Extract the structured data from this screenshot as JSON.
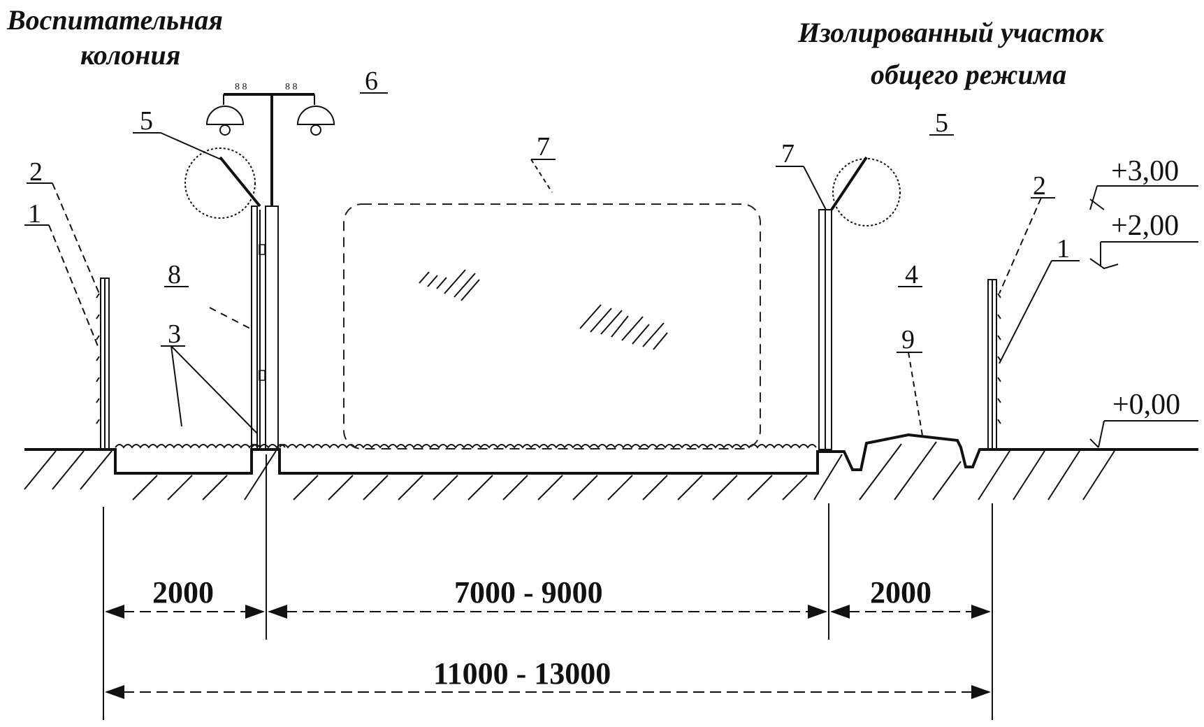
{
  "titles": {
    "left_line1": "Воспитательная",
    "left_line2": "колония",
    "right_line1": "Изолированный участок",
    "right_line2": "общего режима"
  },
  "labels": {
    "l1_left": "1",
    "l2_left": "2",
    "l3": "3",
    "l4": "4",
    "l5_left": "5",
    "l5_right": "5",
    "l6": "6",
    "l7_top": "7",
    "l7_right": "7",
    "l8": "8",
    "l9": "9",
    "l1_right": "1",
    "l2_right": "2"
  },
  "levels": {
    "top": "+3,00",
    "mid": "+2,00",
    "ground": "+0,00"
  },
  "dimensions": {
    "d_left": "2000",
    "d_mid": "7000 - 9000",
    "d_right": "2000",
    "d_total": "11000 - 13000"
  }
}
